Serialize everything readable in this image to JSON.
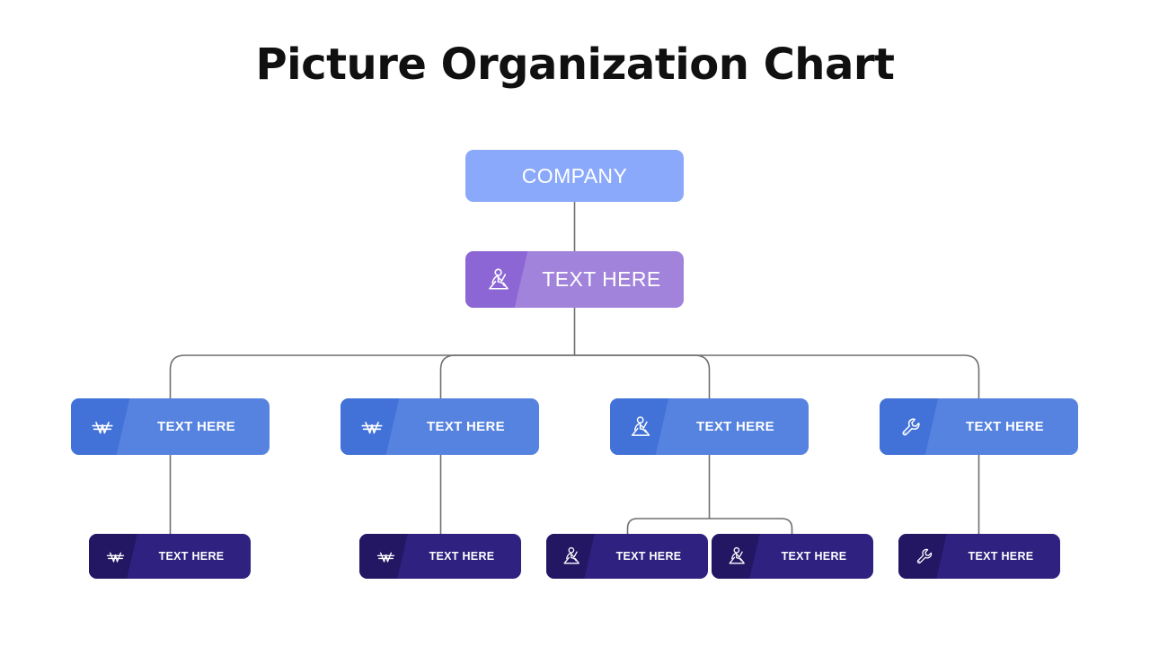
{
  "title": "Picture Organization Chart",
  "colors": {
    "background": "#ffffff",
    "title_text": "#101010",
    "connector": "#6e6e6e",
    "level1_fill": "#8AA9FB",
    "level2_fill": "#A183DB",
    "level2_band": "#8C66D4",
    "level3_fill": "#5683E0",
    "level3_band": "#4272D8",
    "level4_fill": "#2E2180",
    "level4_band": "#231764",
    "node_text": "#ffffff"
  },
  "nodes": {
    "company": {
      "label": "COMPANY",
      "icon": ""
    },
    "level2": {
      "label": "TEXT HERE",
      "icon": "person-presenting-icon"
    },
    "level3": [
      {
        "label": "TEXT HERE",
        "icon": "waveform-w-icon"
      },
      {
        "label": "TEXT HERE",
        "icon": "waveform-w-icon"
      },
      {
        "label": "TEXT HERE",
        "icon": "person-presenting-icon"
      },
      {
        "label": "TEXT HERE",
        "icon": "wrench-icon"
      }
    ],
    "level4": [
      {
        "label": "TEXT HERE",
        "icon": "waveform-w-icon"
      },
      {
        "label": "TEXT HERE",
        "icon": "waveform-w-icon"
      },
      {
        "label": "TEXT HERE",
        "icon": "person-presenting-icon"
      },
      {
        "label": "TEXT HERE",
        "icon": "person-presenting-icon"
      },
      {
        "label": "TEXT HERE",
        "icon": "wrench-icon"
      }
    ]
  }
}
